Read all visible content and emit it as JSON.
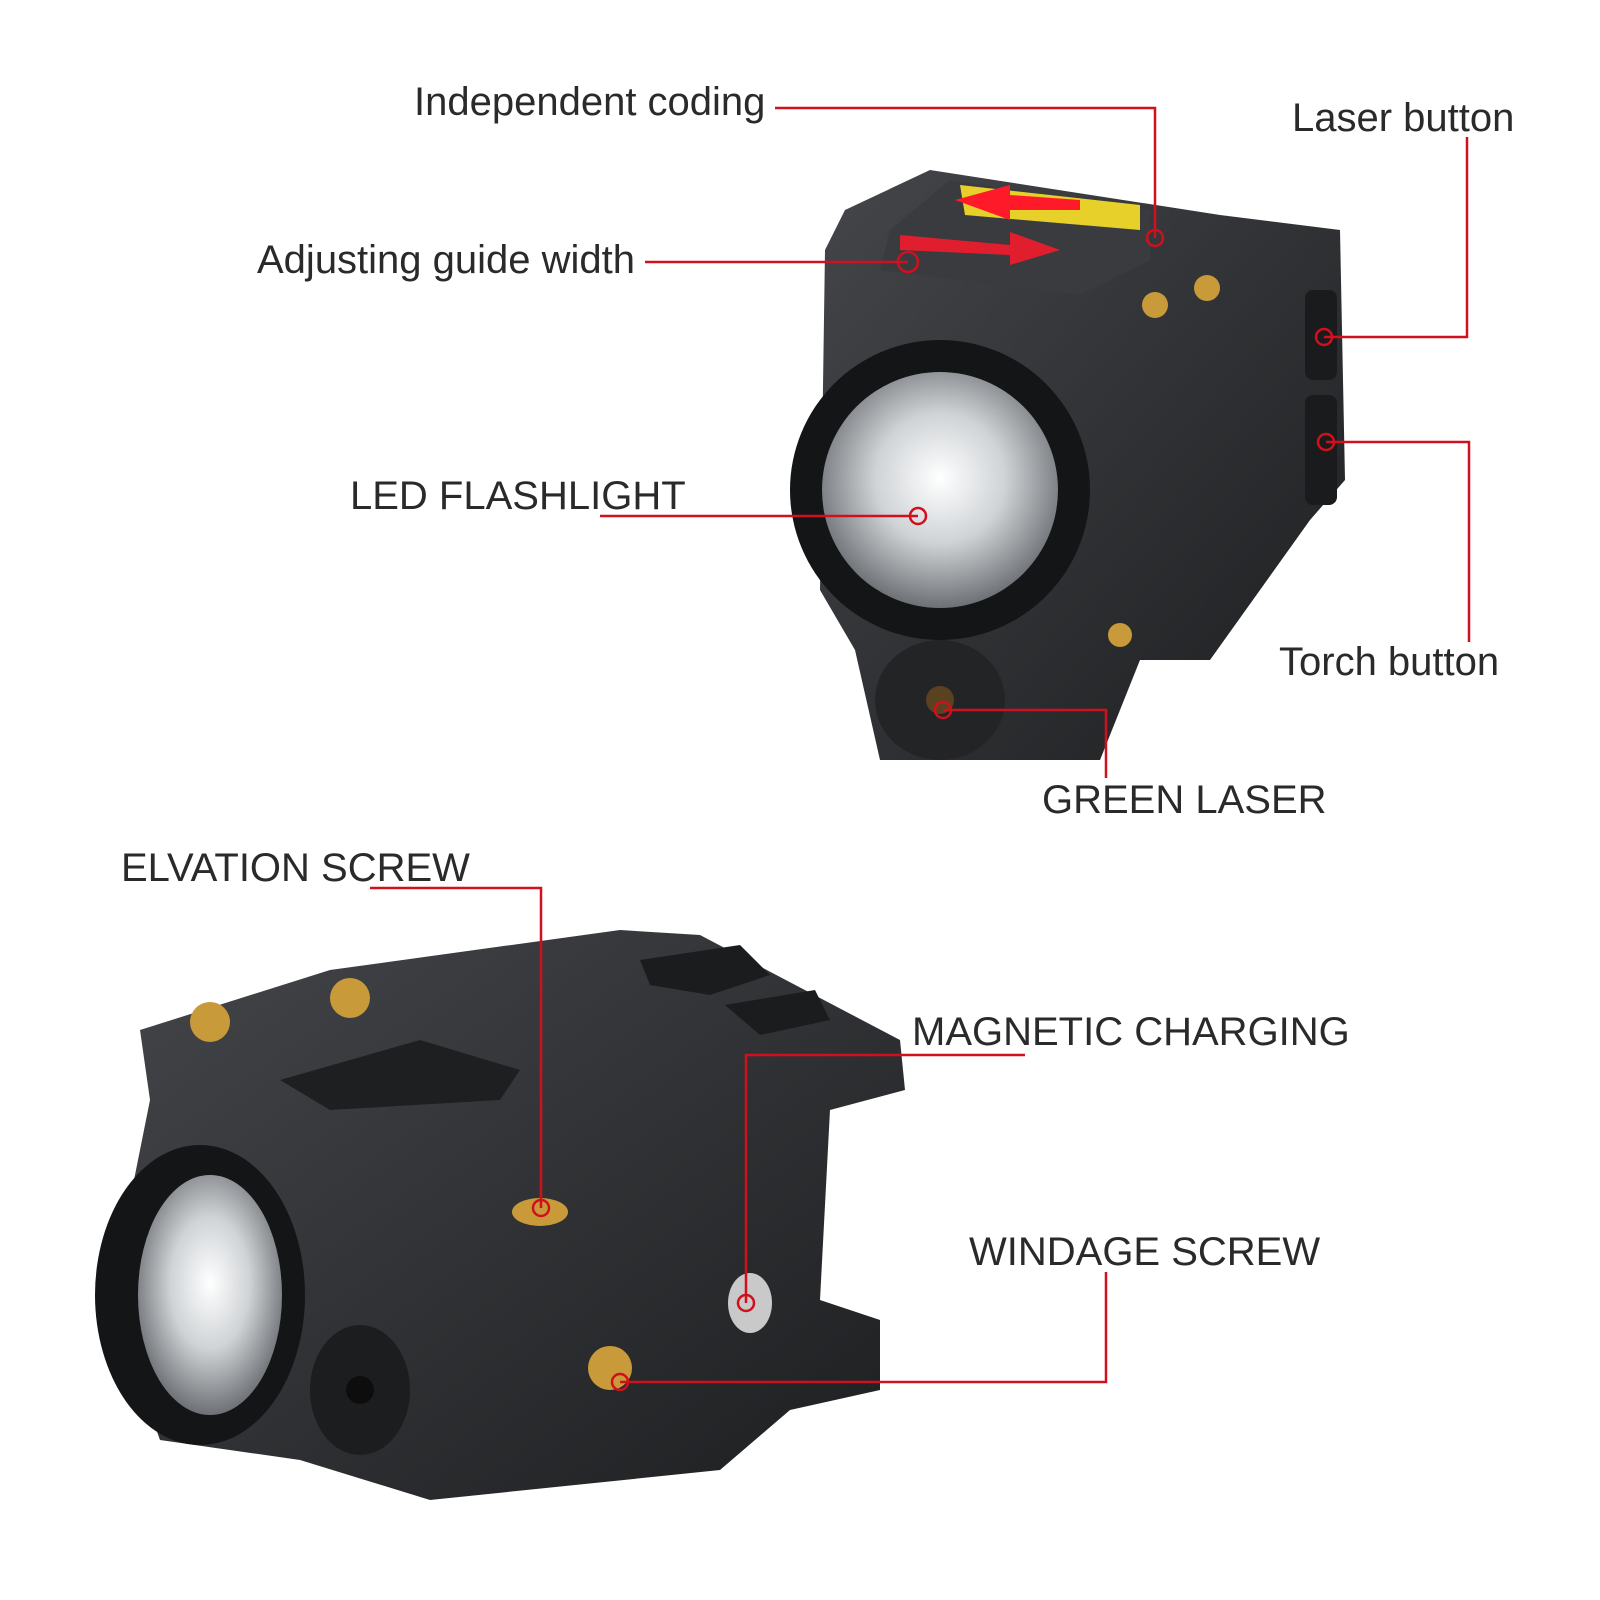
{
  "callouts": {
    "independent_coding": "Independent coding",
    "laser_button": "Laser button",
    "adjusting_guide_width": "Adjusting guide width",
    "led_flashlight": "LED FLASHLIGHT",
    "torch_button": "Torch button",
    "green_laser": "GREEN LASER",
    "elevation_screw": "ELVATION SCREW",
    "magnetic_charging": "MAGNETIC CHARGING",
    "windage_screw": "WINDAGE SCREW"
  },
  "colors": {
    "callout_line": "#d0101c",
    "body": "#2b2c2e",
    "brass": "#c99a3a",
    "arrow": "#ff1a2a"
  }
}
